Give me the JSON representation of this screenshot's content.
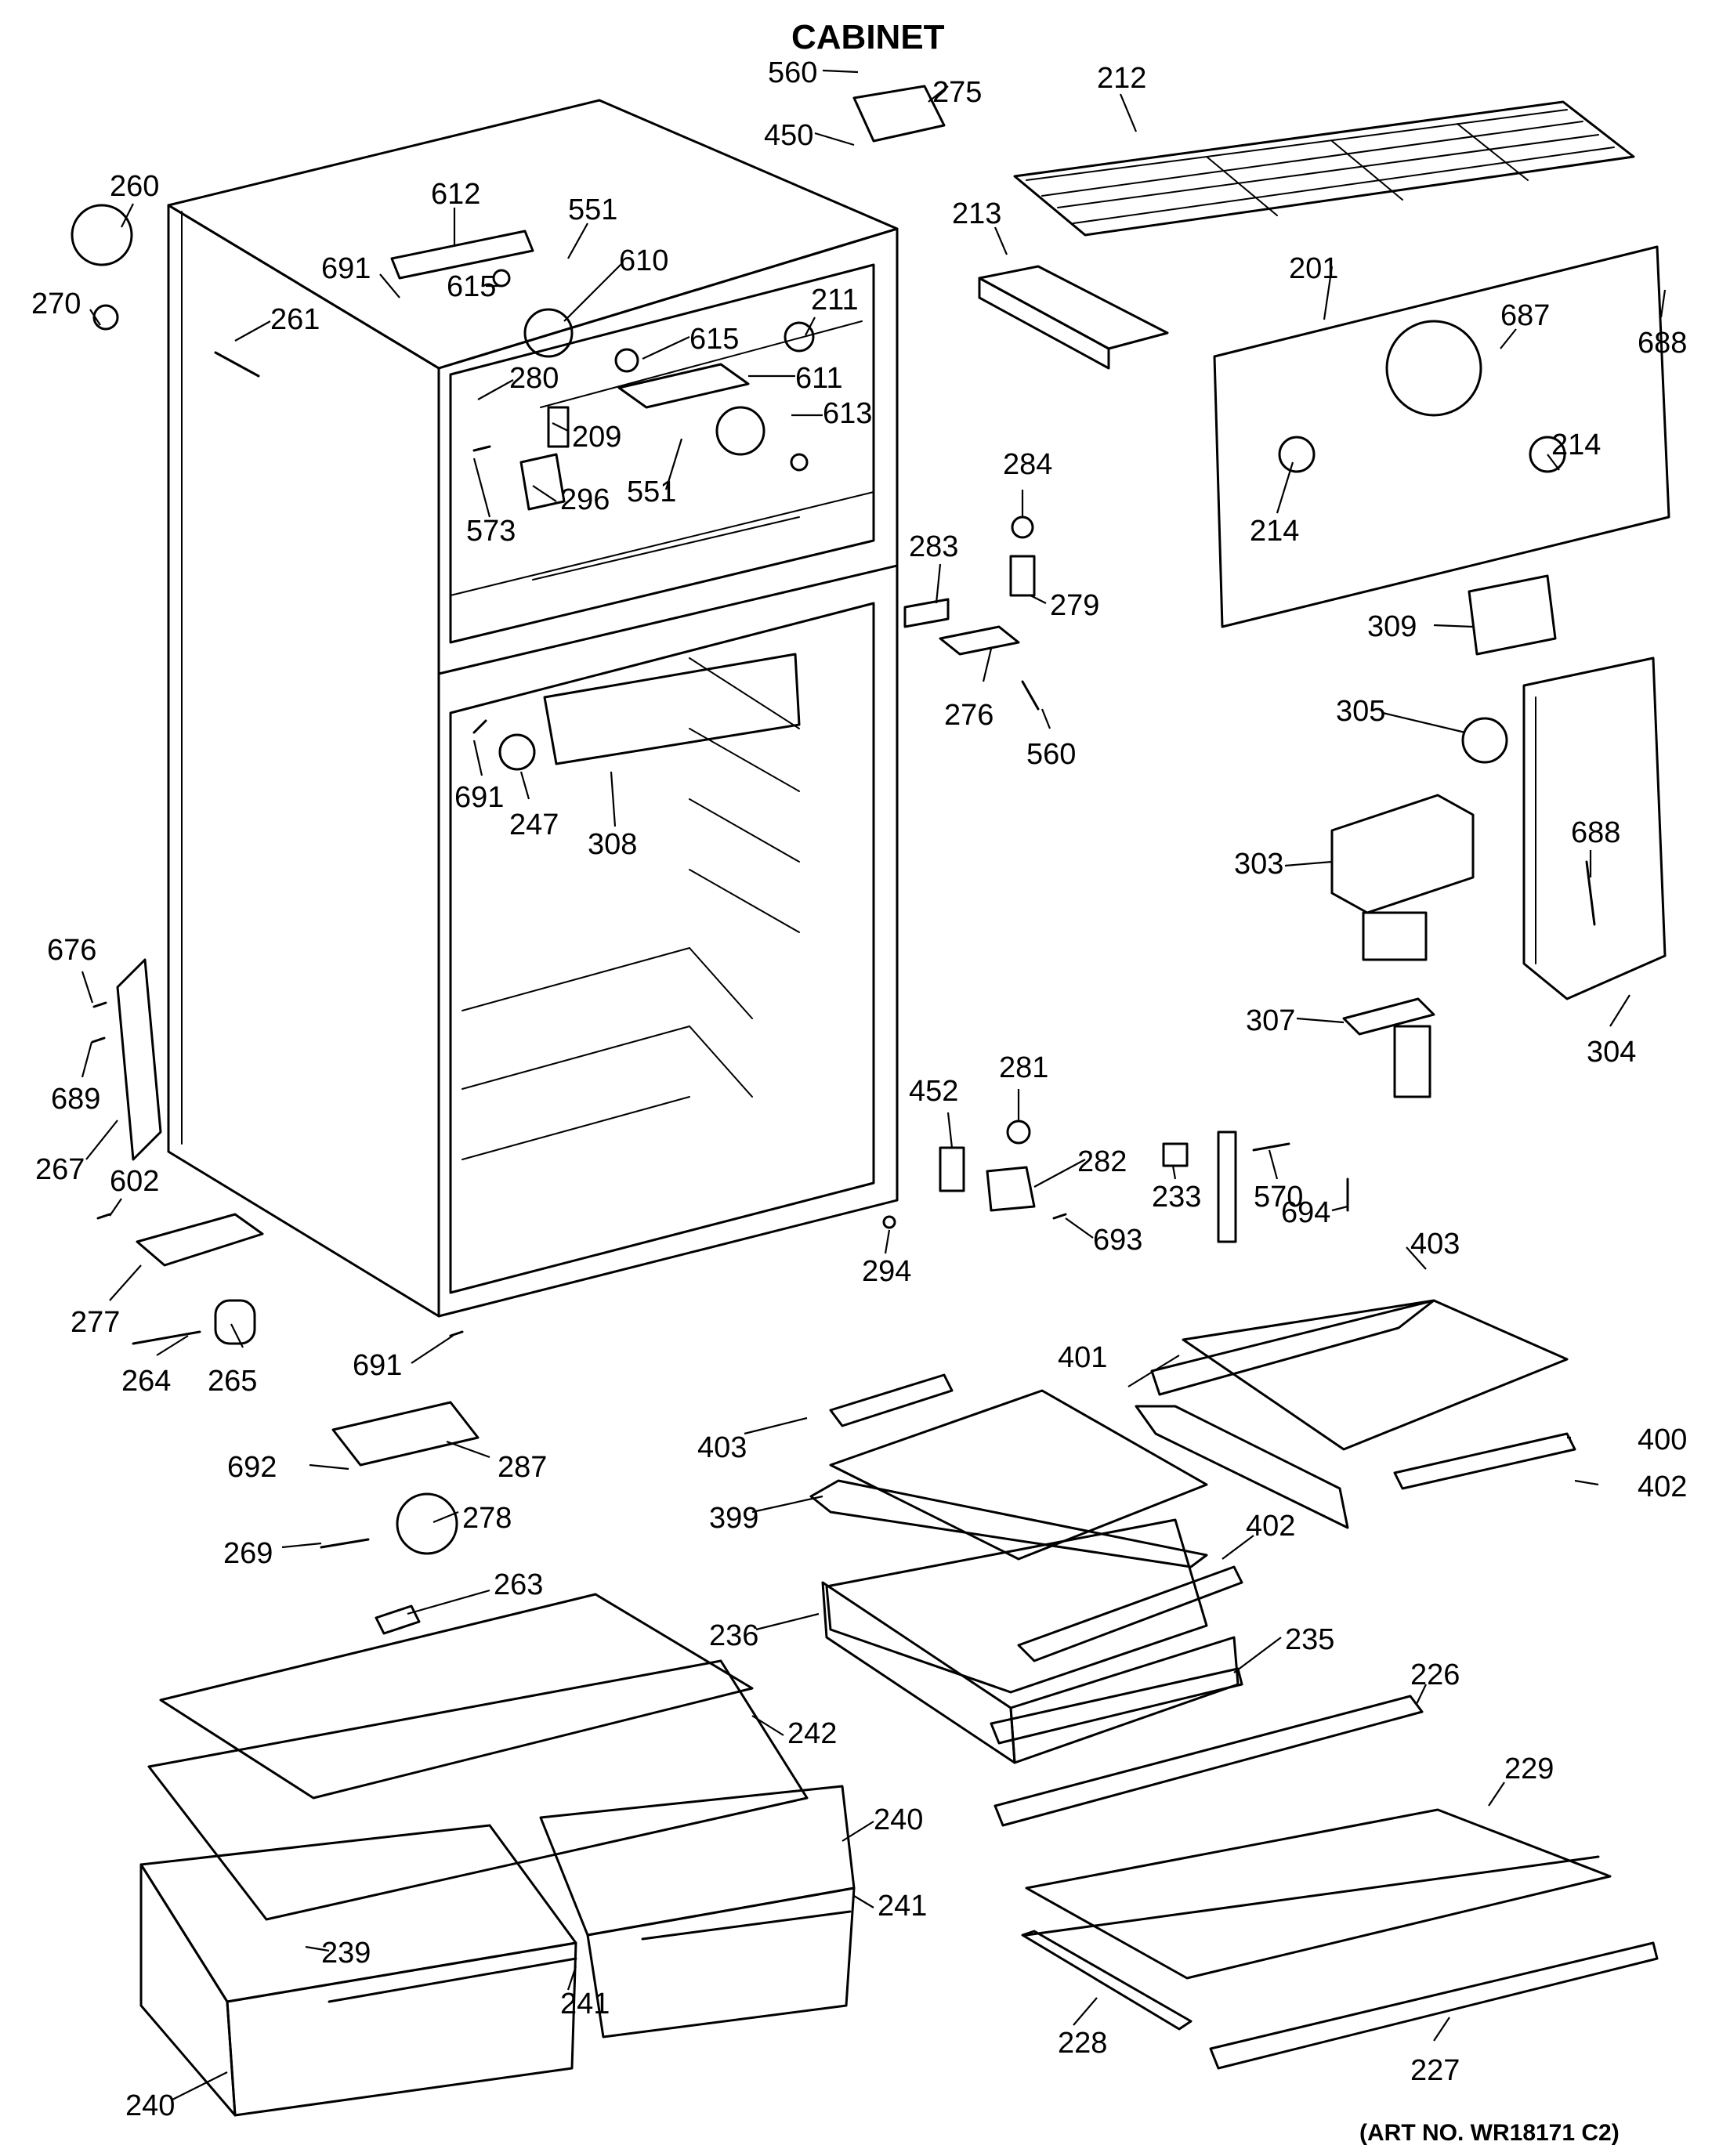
{
  "diagram": {
    "title": "CABINET",
    "art_number": "(ART NO. WR18171 C2)",
    "callouts": [
      "560",
      "275",
      "450",
      "212",
      "260",
      "612",
      "551",
      "270",
      "691",
      "615",
      "610",
      "213",
      "201",
      "688",
      "261",
      "280",
      "615",
      "211",
      "611",
      "687",
      "209",
      "613",
      "551",
      "214",
      "214",
      "573",
      "296",
      "284",
      "283",
      "279",
      "309",
      "276",
      "560",
      "305",
      "691",
      "247",
      "308",
      "303",
      "688",
      "676",
      "307",
      "304",
      "689",
      "452",
      "281",
      "267",
      "282",
      "233",
      "570",
      "602",
      "694",
      "693",
      "294",
      "403",
      "277",
      "401",
      "691",
      "264",
      "265",
      "400",
      "403",
      "402",
      "692",
      "287",
      "399",
      "278",
      "402",
      "269",
      "263",
      "236",
      "235",
      "226",
      "242",
      "229",
      "240",
      "241",
      "239",
      "241",
      "228",
      "240",
      "227"
    ]
  }
}
